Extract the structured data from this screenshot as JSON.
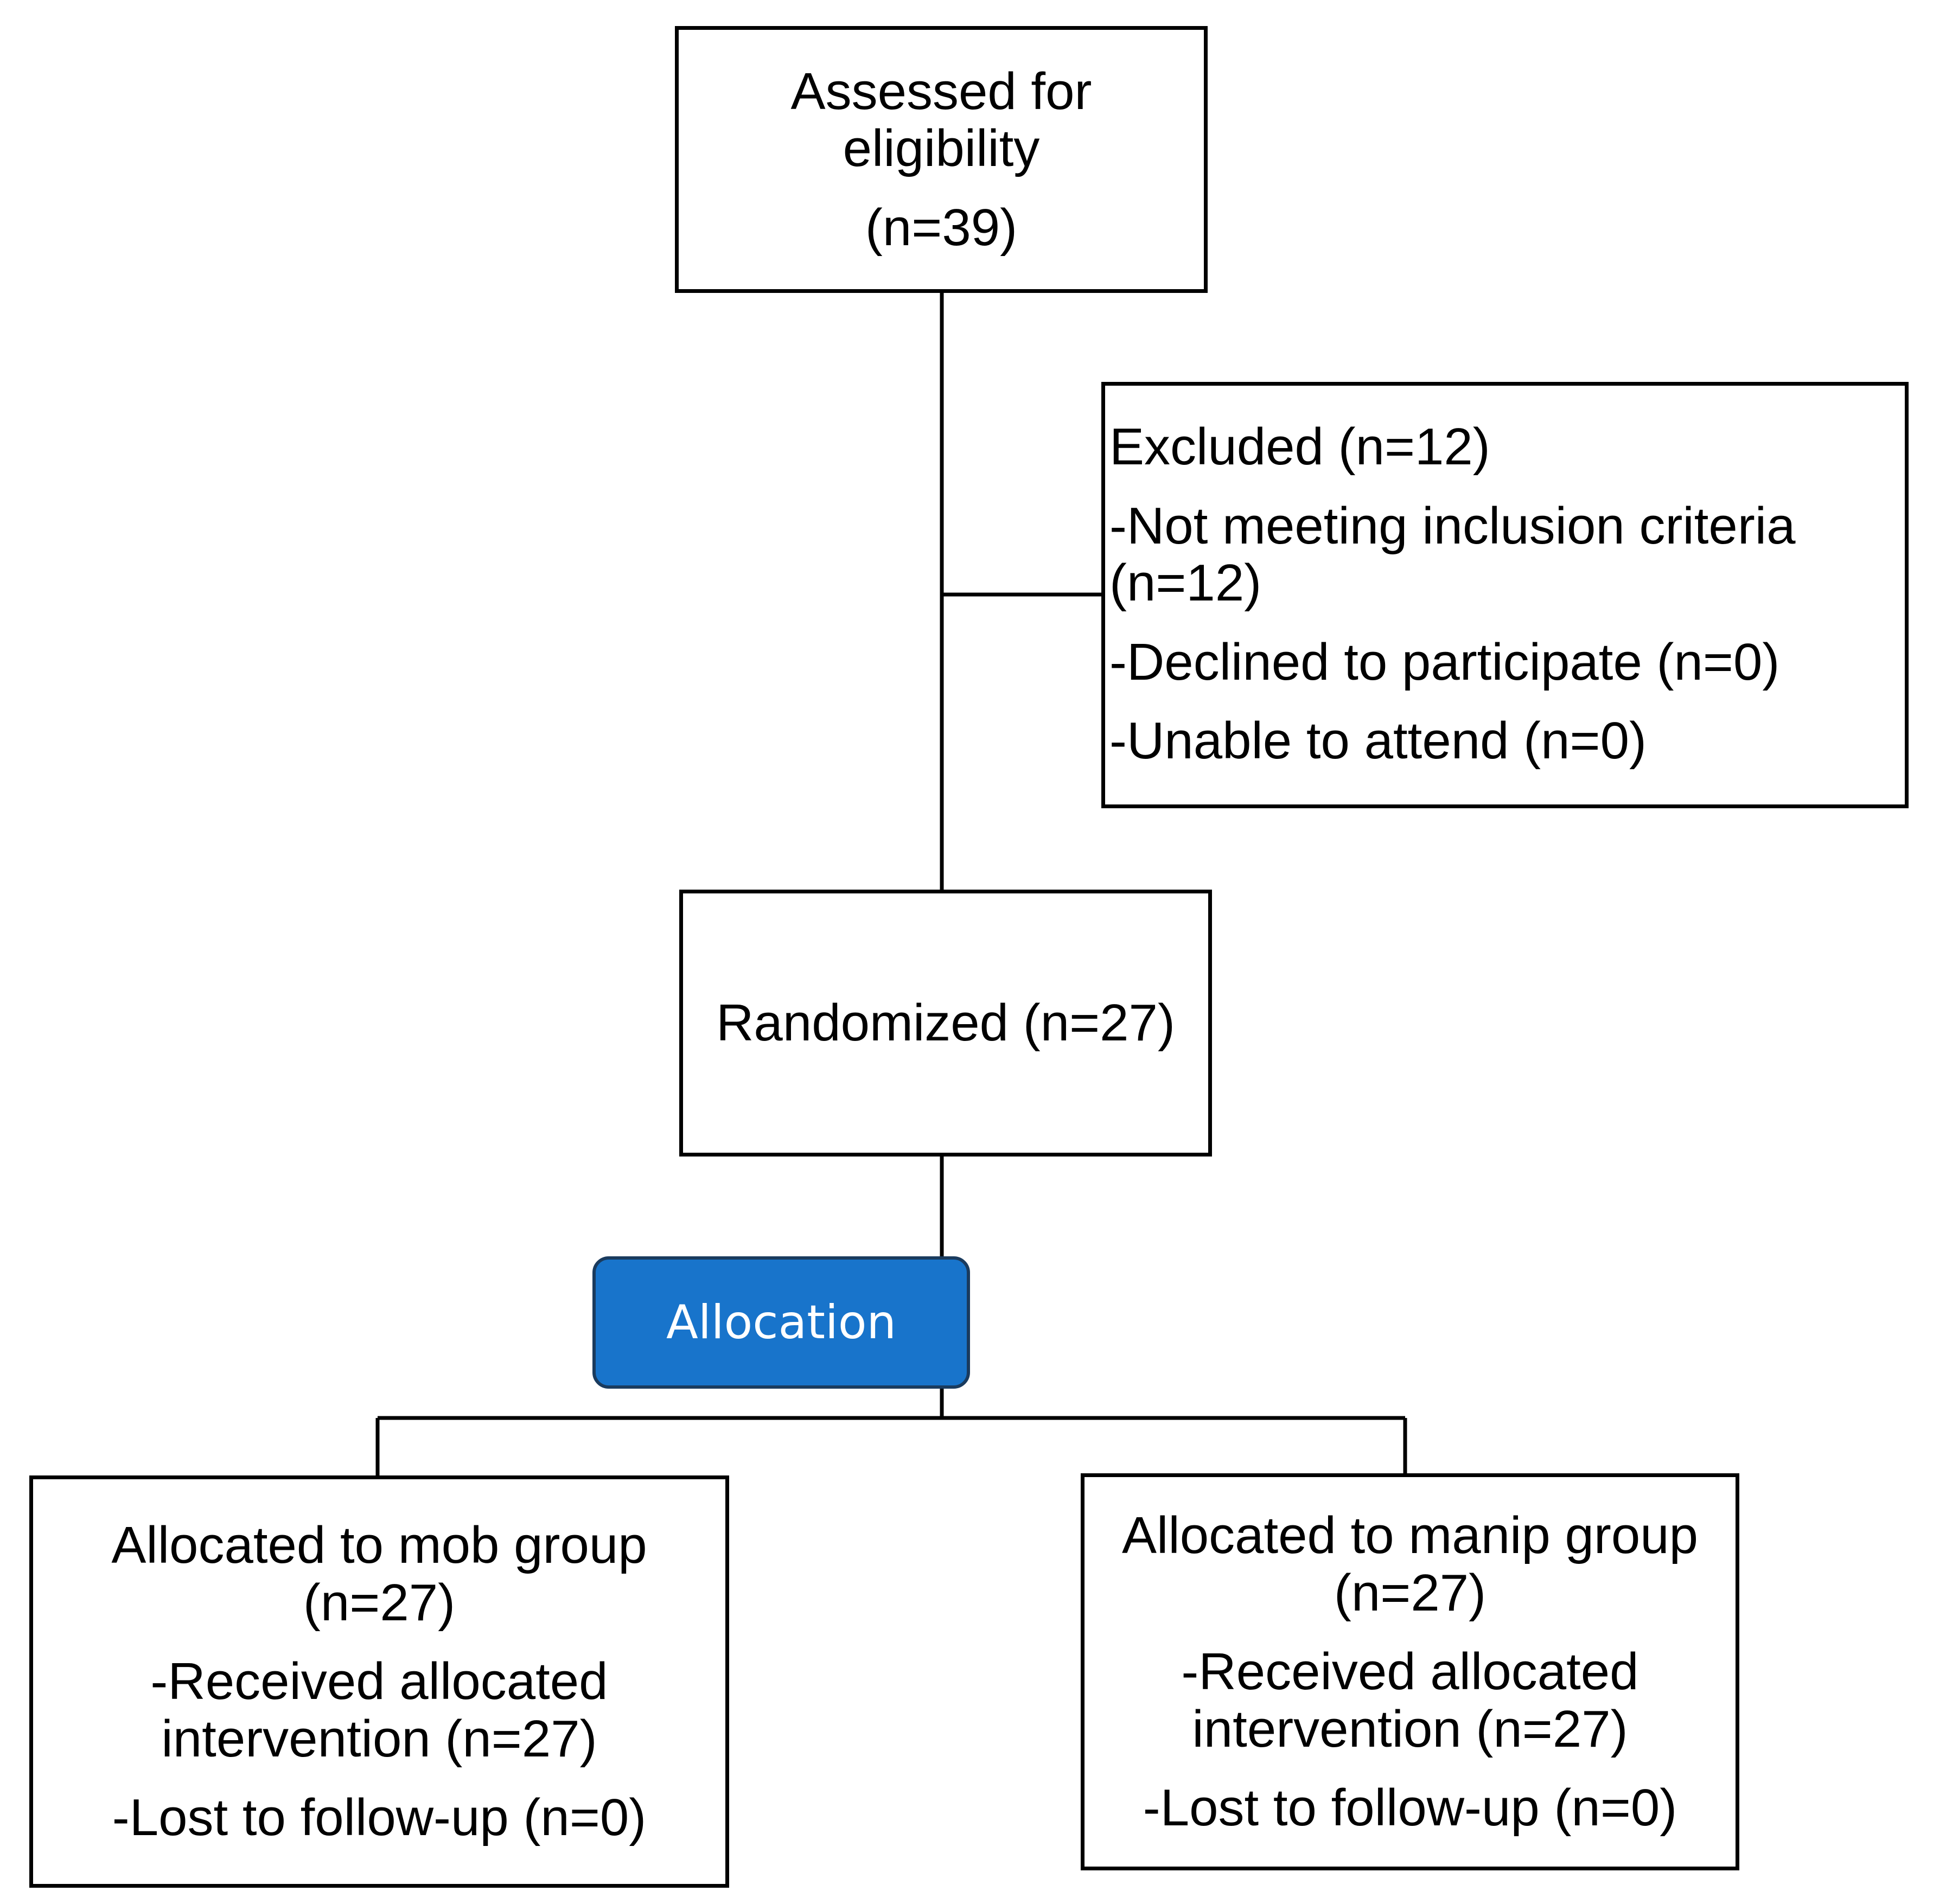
{
  "assessed": {
    "line1": "Assessed for",
    "line2": "eligibility",
    "count": "(n=39)"
  },
  "excluded": {
    "title": "Excluded (n=12)",
    "reason1_a": "-Not meeting inclusion criteria",
    "reason1_b": "(n=12)",
    "reason2": "-Declined to participate (n=0)",
    "reason3": "-Unable to attend (n=0)"
  },
  "randomized": {
    "label": "Randomized (n=27)"
  },
  "allocation": {
    "label": "Allocation",
    "fill_color": "#1874cb",
    "text_color": "#ffffff"
  },
  "mob_group": {
    "title": "Allocated to mob group",
    "count": "(n=27)",
    "received_a": "-Received allocated",
    "received_b": "intervention (n=27)",
    "lost": "-Lost to follow-up (n=0)"
  },
  "manip_group": {
    "title": "Allocated to manip group",
    "count": "(n=27)",
    "received_a": "-Received allocated",
    "received_b": "intervention (n=27)",
    "lost": "-Lost to follow-up (n=0)"
  }
}
